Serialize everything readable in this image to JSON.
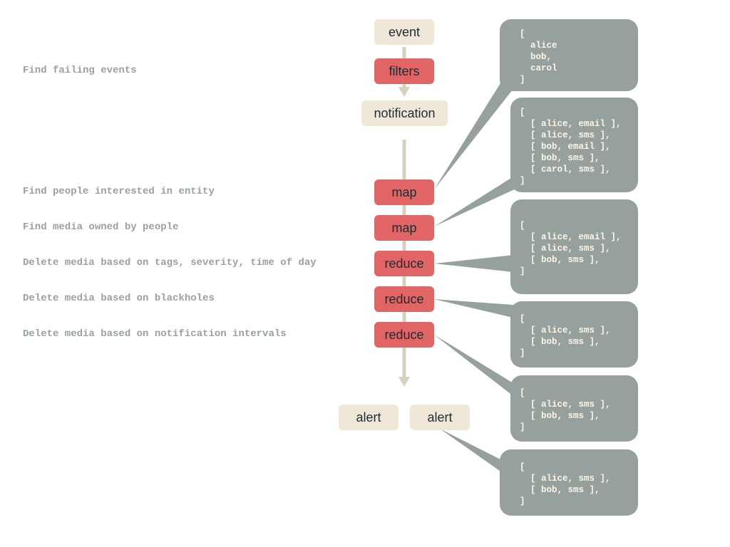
{
  "descriptions": {
    "filters": "Find failing events",
    "map1": "Find people interested in entity",
    "map2": "Find media owned by people",
    "reduce1": "Delete media based on tags, severity, time of day",
    "reduce2": "Delete media based on blackholes",
    "reduce3": "Delete media based on notification intervals"
  },
  "nodes": {
    "event": "event",
    "filters": "filters",
    "notification": "notification",
    "map1": "map",
    "map2": "map",
    "reduce1": "reduce",
    "reduce2": "reduce",
    "reduce3": "reduce",
    "alert1": "alert",
    "alert2": "alert"
  },
  "bubbles": {
    "people": "[\n  alice\n  bob,\n  carol\n]",
    "pairs": "[\n  [ alice, email ],\n  [ alice, sms ],\n  [ bob, email ],\n  [ bob, sms ],\n  [ carol, sms ],\n]",
    "reduce1": "[\n  [ alice, email ],\n  [ alice, sms ],\n  [ bob, sms ],\n]",
    "reduce2": "[\n  [ alice, sms ],\n  [ bob, sms ],\n]",
    "reduce3": "[\n  [ alice, sms ],\n  [ bob, sms ],\n]",
    "alert": "[\n  [ alice, sms ],\n  [ bob, sms ],\n]"
  },
  "colors": {
    "node_cream": "#efe8d8",
    "node_red": "#e26565",
    "bubble": "#96a19e",
    "bubble_text": "#fbf6e6",
    "description_text": "#97a2a0",
    "flow_arrow": "#d6d1bf"
  }
}
